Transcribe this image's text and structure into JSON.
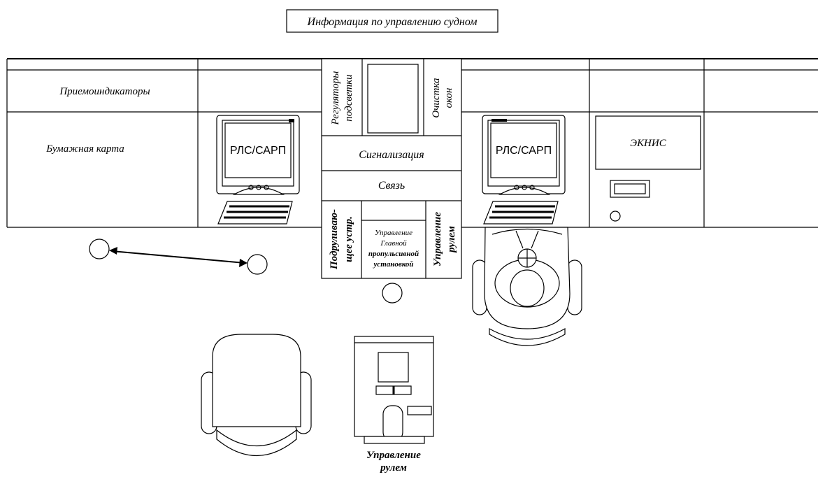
{
  "title": "Информация по управлению судном",
  "rows": {
    "receivers": "Приемоиндикаторы",
    "paper_chart": "Бумажная карта"
  },
  "radar_left": "РЛС/САРП",
  "radar_right": "РЛС/САРП",
  "ecdis": "ЭКНИС",
  "console": {
    "backlight": [
      "Регуляторы",
      "подсветки"
    ],
    "window_cleaning": [
      "Очистка",
      "окон"
    ],
    "alarm": "Сигнализация",
    "comms": "Связь",
    "thruster": [
      "Подруливаю-",
      "щее устр."
    ],
    "main_propulsion": [
      "Управление",
      "Главной",
      "пропульсивной",
      "установкой"
    ],
    "steering": [
      "Управление",
      "рулем"
    ]
  },
  "helm_stand": [
    "Управление",
    "рулем"
  ]
}
